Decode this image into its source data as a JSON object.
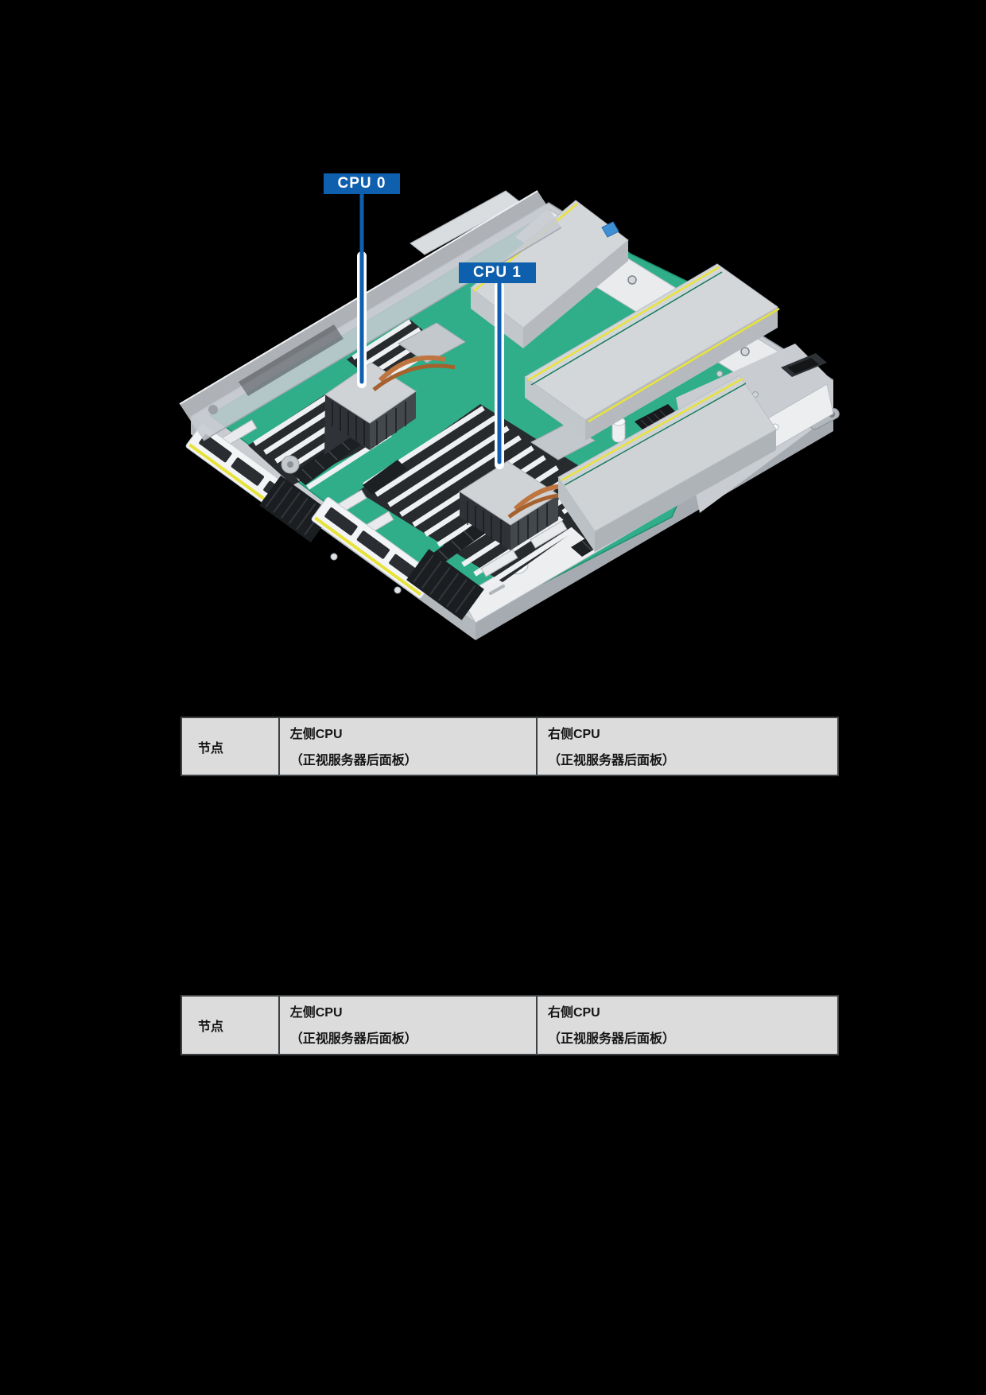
{
  "figure": {
    "cpu0_label": "CPU 0",
    "cpu1_label": "CPU 1",
    "colors": {
      "label_blue": "#0e5fad",
      "leader_line_blue": "#0e5fad",
      "pcb_green": "#2fae89",
      "chassis_gray": "#cdd1d5",
      "cable_yellow": "#e8e33a",
      "copper": "#bf7540",
      "clip_blue": "#3f8fd4"
    }
  },
  "table1": {
    "header": {
      "col1": "节点",
      "col2": {
        "line1": "左侧CPU",
        "line2": "（正视服务器后面板）"
      },
      "col3": {
        "line1": "右侧CPU",
        "line2": "（正视服务器后面板）"
      }
    }
  },
  "table2": {
    "header": {
      "col1": "节点",
      "col2": {
        "line1": "左侧CPU",
        "line2": "（正视服务器后面板）"
      },
      "col3": {
        "line1": "右侧CPU",
        "line2": "（正视服务器后面板）"
      }
    }
  }
}
